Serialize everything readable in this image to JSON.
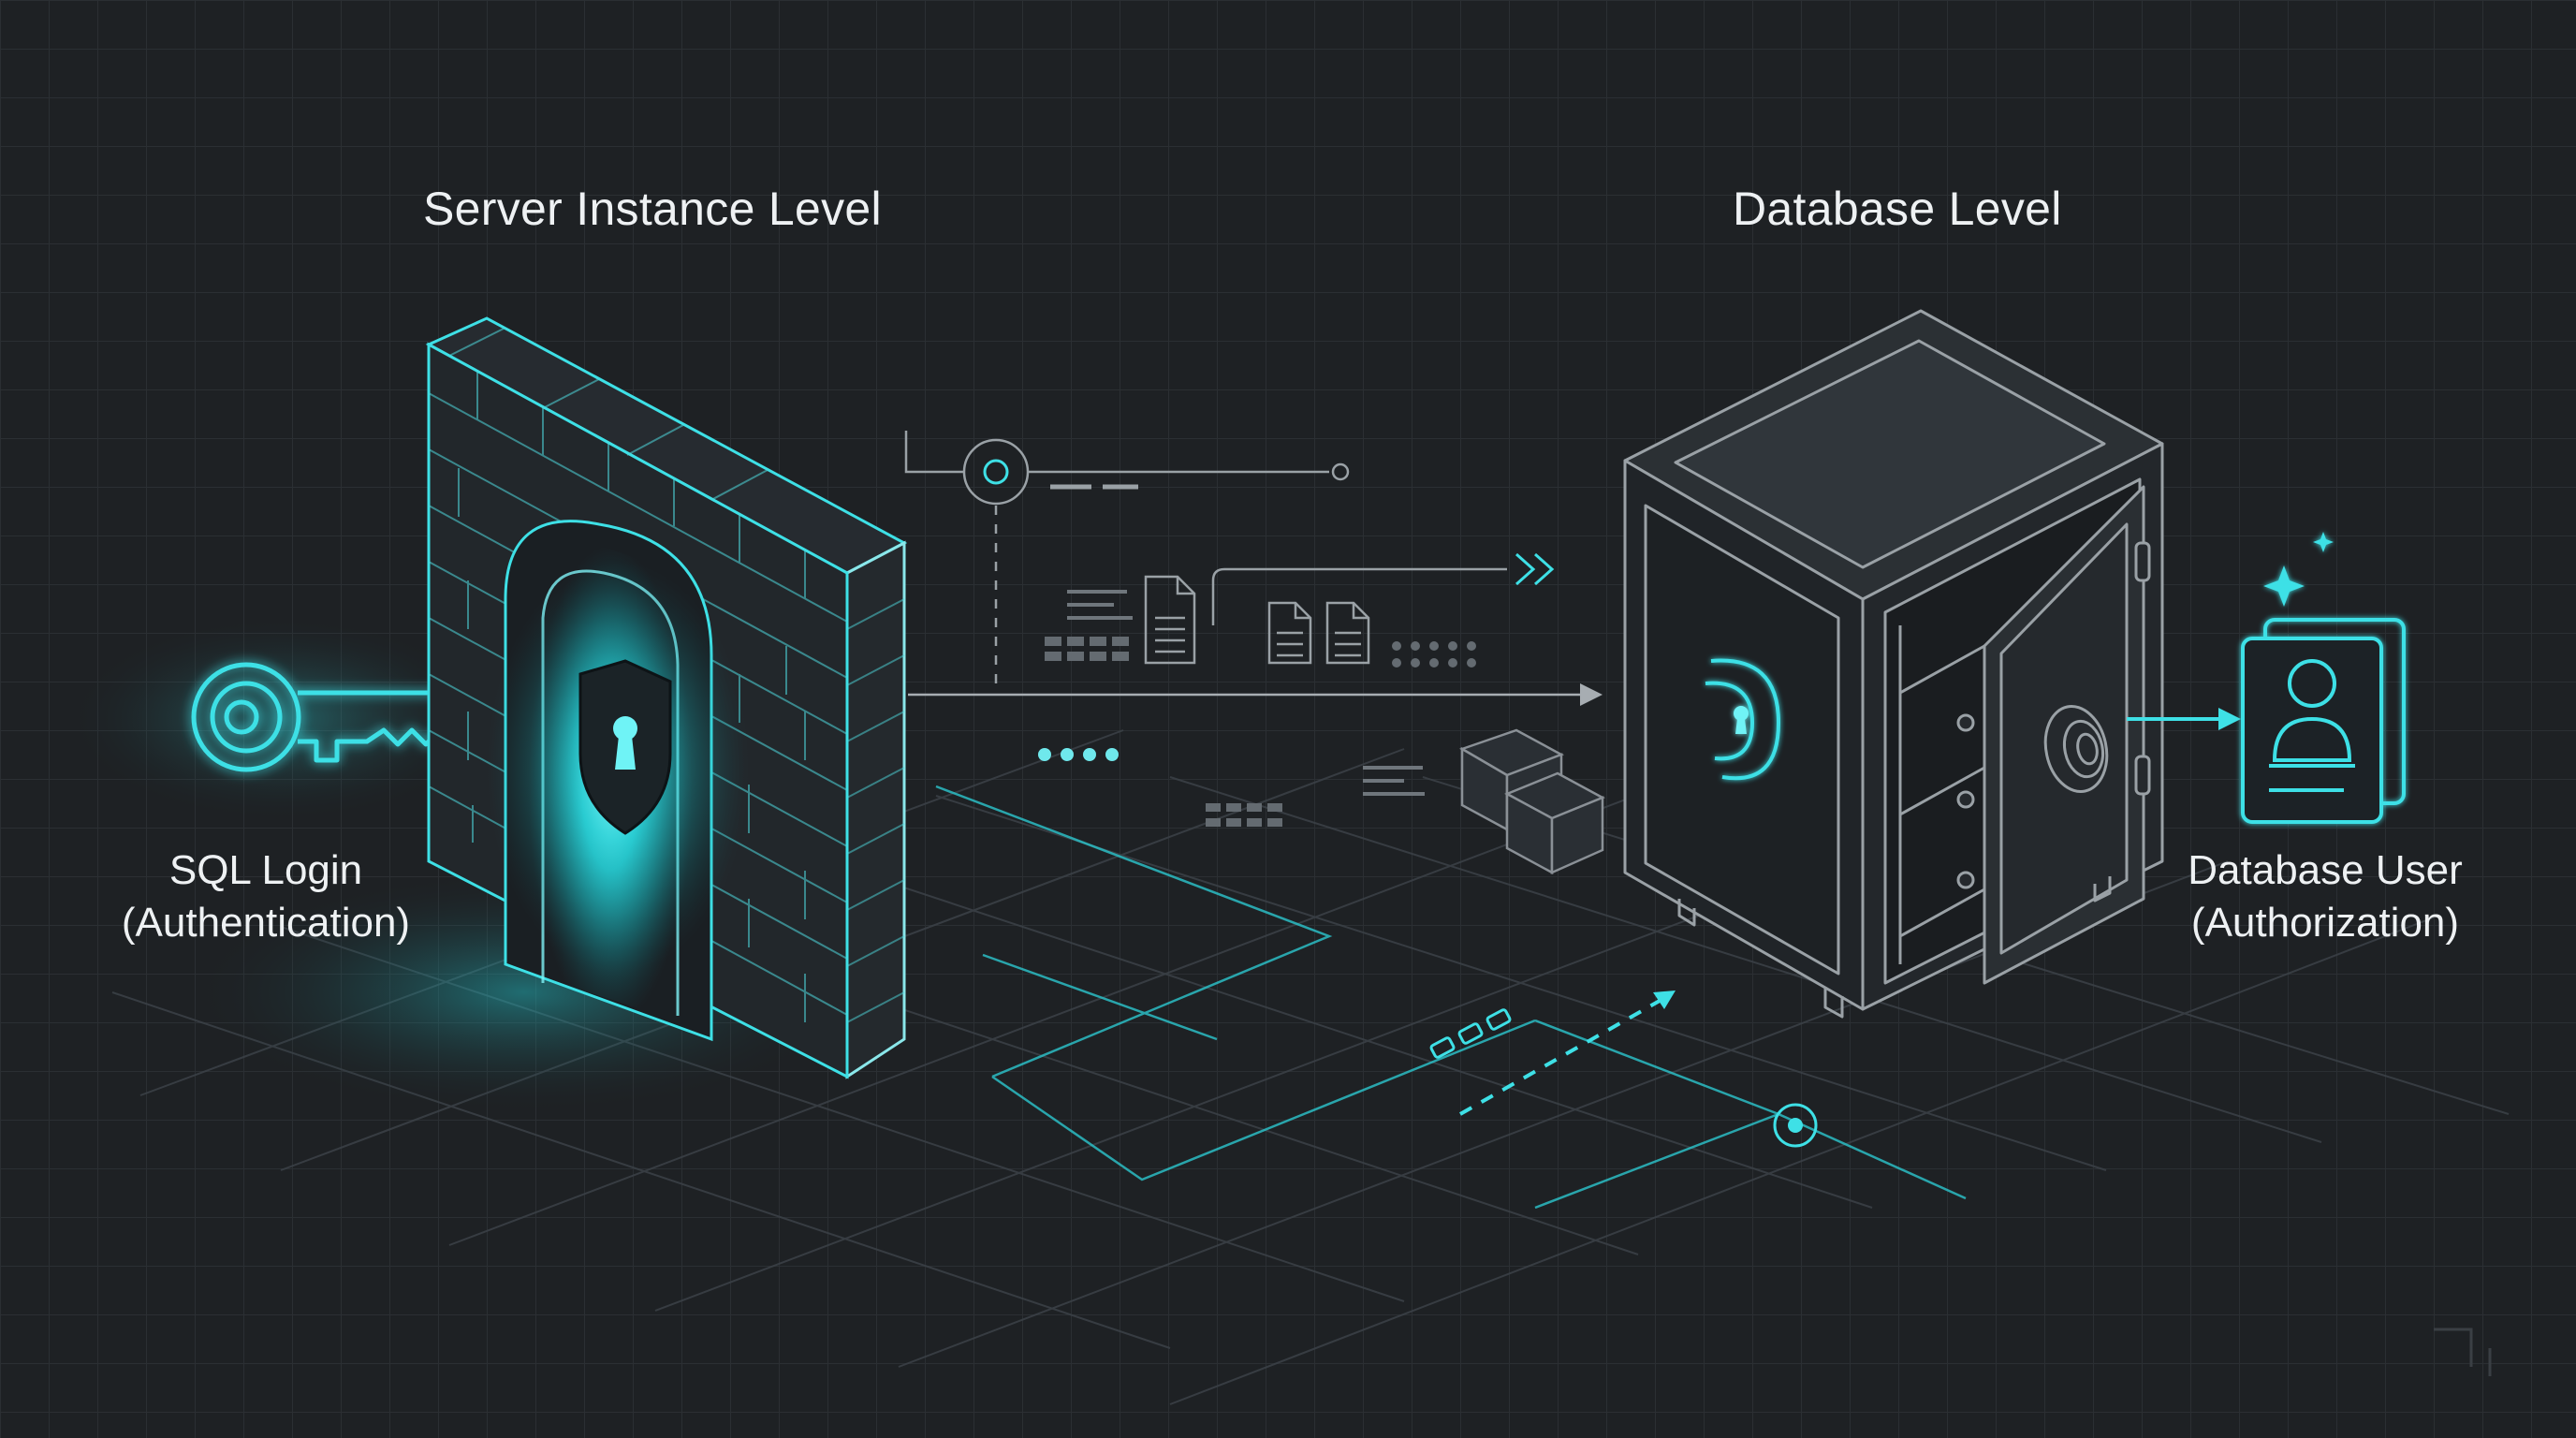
{
  "headings": {
    "server": "Server Instance Level",
    "database": "Database Level"
  },
  "captions": {
    "login": {
      "line1": "SQL Login",
      "line2": "(Authentication)"
    },
    "user": {
      "line1": "Database User",
      "line2": "(Authorization)"
    }
  },
  "icons": {
    "key": "key-icon",
    "wall": "brick-wall-gate",
    "shield": "shield-keyhole-icon",
    "vault": "safe-vault-icon",
    "user_card": "user-id-card-icon",
    "sparkle": "sparkle-icon"
  },
  "colors": {
    "background": "#1e2124",
    "grid": "#2c3034",
    "accent": "#3ee0e6",
    "accent_glow": "#29d6de",
    "outline": "#8a9096",
    "text": "#eef1f3"
  }
}
